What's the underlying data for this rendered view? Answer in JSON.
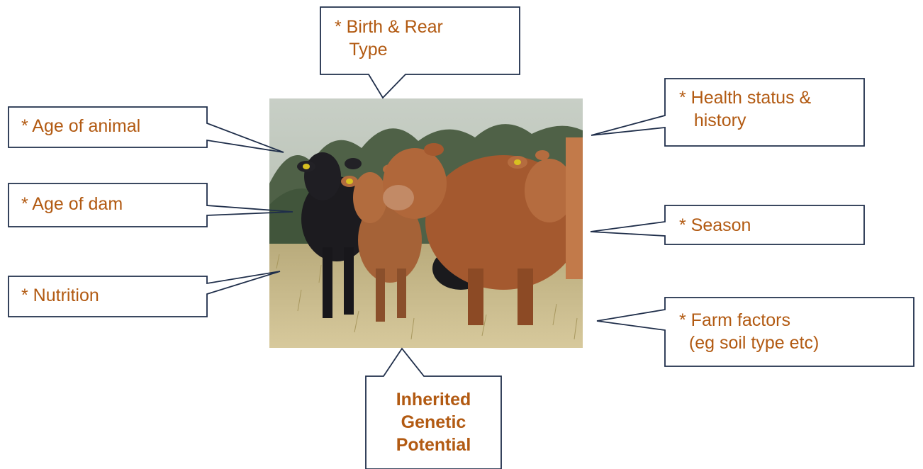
{
  "colors": {
    "callout_text": "#b25a12",
    "callout_border": "#1f2e4a",
    "background": "#ffffff"
  },
  "photo": {
    "subject": "herd of cattle standing in a grassy field"
  },
  "callouts": {
    "birth_rear": "* Birth & Rear\n   Type",
    "age_animal": "* Age of animal",
    "age_dam": "* Age of dam",
    "nutrition": "* Nutrition",
    "health": "* Health status &\n   history",
    "season": "* Season",
    "farm": "* Farm factors\n  (eg soil type etc)",
    "inherited": "Inherited\nGenetic\nPotential"
  }
}
